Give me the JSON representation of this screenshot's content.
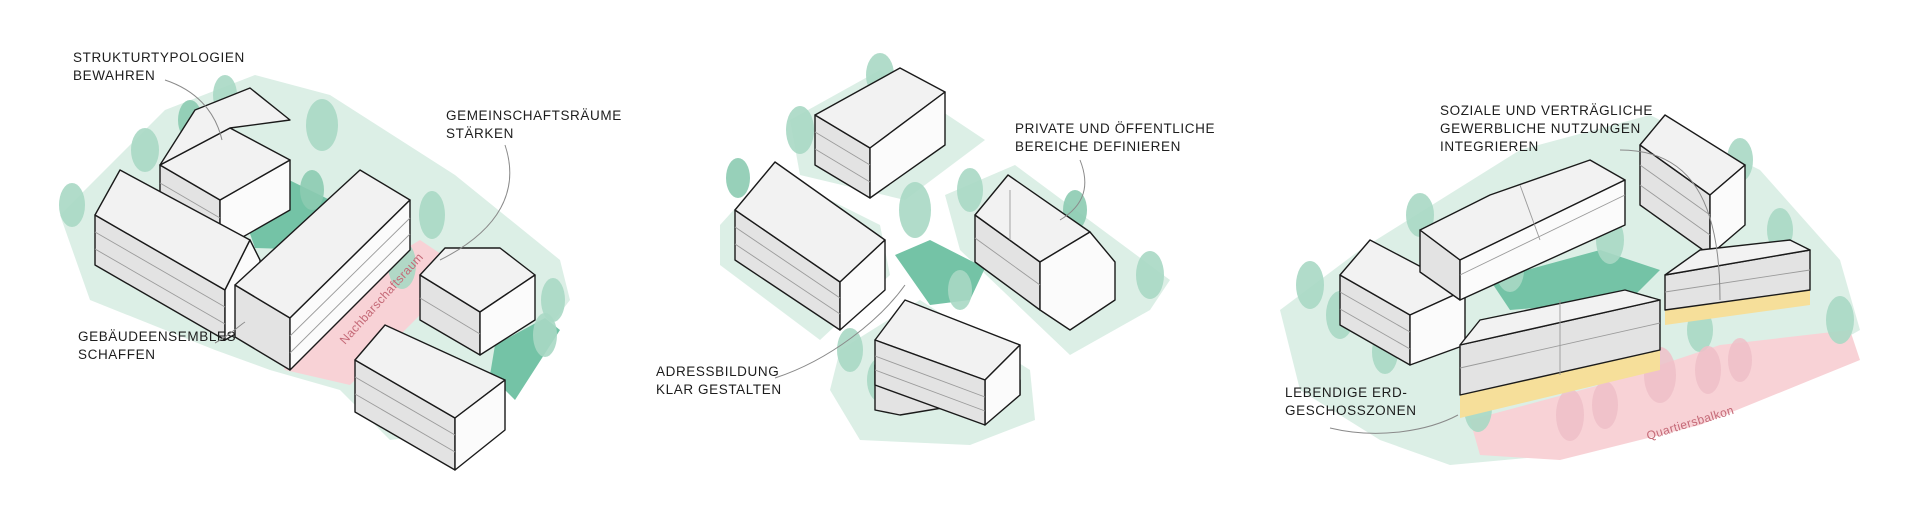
{
  "panels": [
    {
      "labels": {
        "struktur": [
          "STRUKTURTYPOLOGIEN",
          "BEWAHREN"
        ],
        "gemeinschaft": [
          "GEMEINSCHAFTSRÄUME",
          "STÄRKEN"
        ],
        "ensembles": [
          "GEBÄUDEENSEMBLES",
          "SCHAFFEN"
        ],
        "path": "Nachbarschaftsraum"
      }
    },
    {
      "labels": {
        "privat": [
          "PRIVATE UND ÖFFENTLICHE",
          "BEREICHE DEFINIEREN"
        ],
        "adress": [
          "ADRESSBILDUNG",
          "KLAR GESTALTEN"
        ]
      }
    },
    {
      "labels": {
        "sozial": [
          "SOZIALE UND VERTRÄGLICHE",
          "GEWERBLICHE NUTZUNGEN",
          "INTEGRIEREN"
        ],
        "erd": [
          "LEBENDIGE ERD-",
          "GESCHOSSZONEN"
        ],
        "balkon": "Quartiersbalkon"
      }
    }
  ],
  "colors": {
    "ground": "#dcefe6",
    "green_space": "#74c3a6",
    "public_space": "#f8d2d6",
    "commercial_ground_floor": "#f6df9a"
  }
}
